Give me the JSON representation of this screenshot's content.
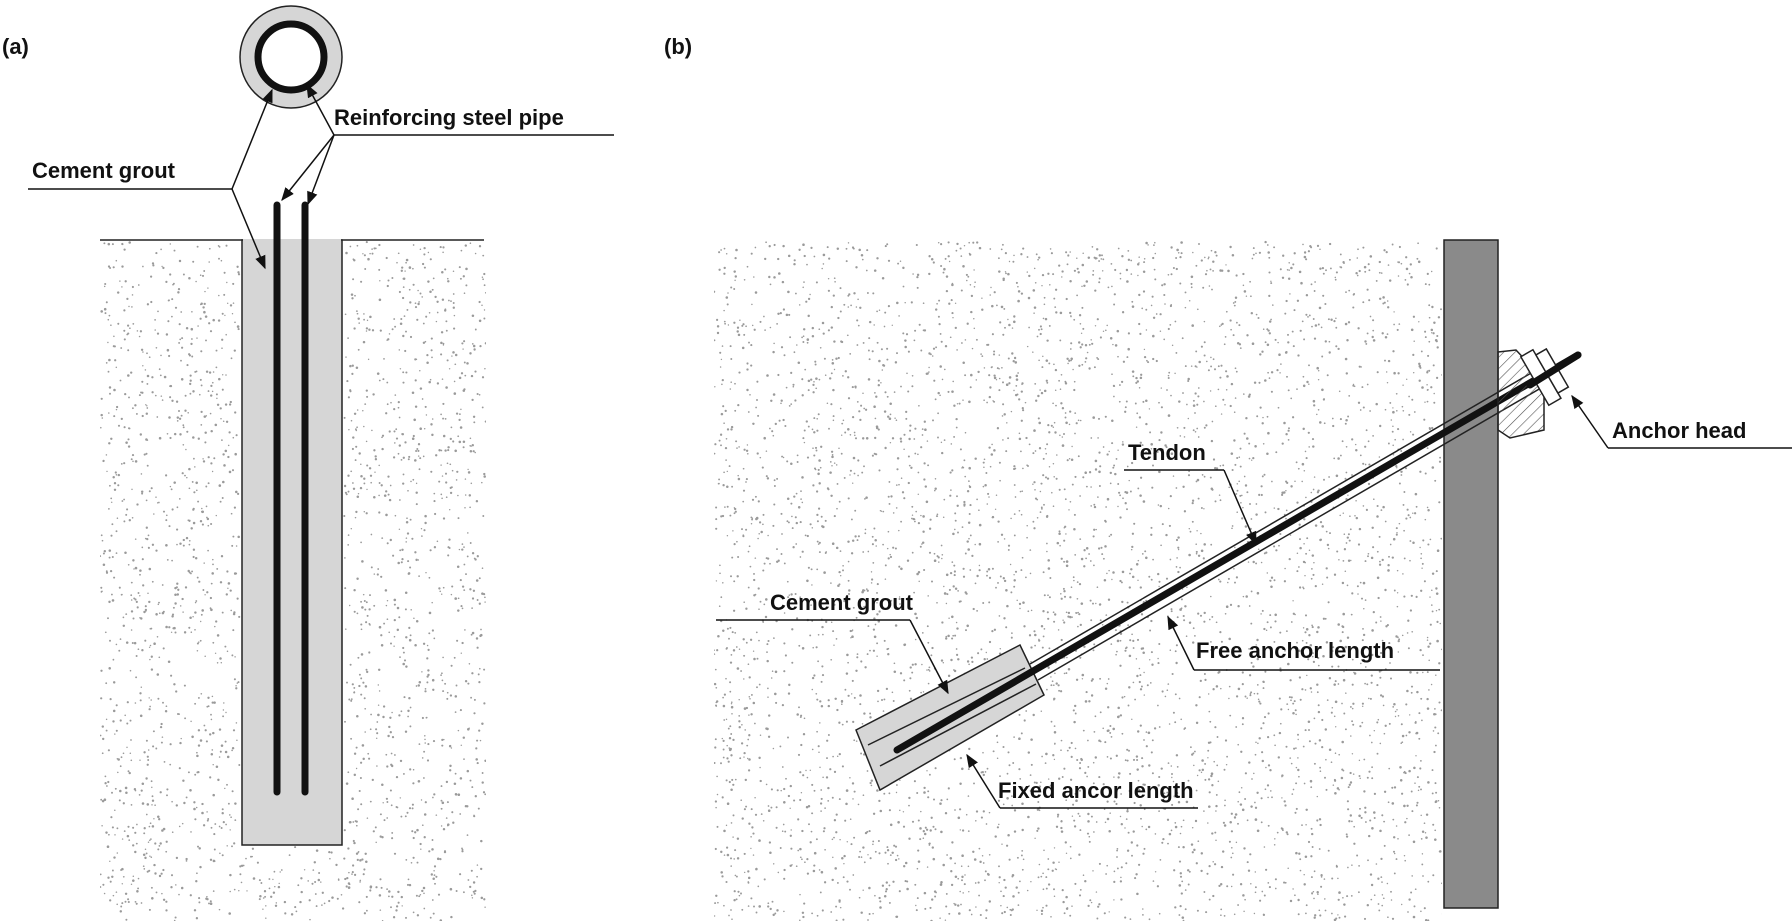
{
  "panel_a": {
    "tag": "(a)",
    "cement_grout_label": "Cement grout",
    "reinforcing_pipe_label": "Reinforcing steel pipe"
  },
  "panel_b": {
    "tag": "(b)",
    "tendon_label": "Tendon",
    "anchor_head_label": "Anchor head",
    "cement_grout_label": "Cement grout",
    "free_anchor_label": "Free anchor length",
    "fixed_anchor_label": "Fixed ancor length"
  },
  "colors": {
    "grout_fill": "#d6d6d6",
    "wall_fill": "#8a8a8a",
    "soil_dot": "#9a9a9a",
    "steel": "#111111"
  }
}
